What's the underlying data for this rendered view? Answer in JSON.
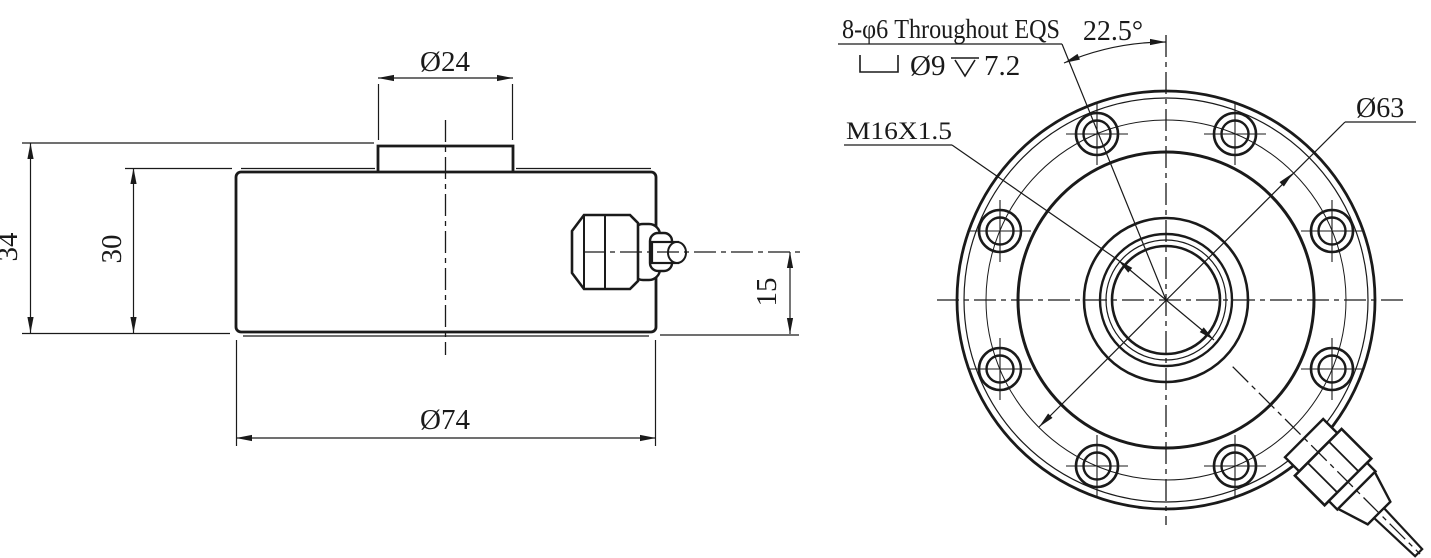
{
  "page": {
    "background": "#ffffff",
    "line_color": "#1a1a1a"
  },
  "left_view": {
    "boss_diameter": "Ø24",
    "overall_height": "34",
    "body_height": "30",
    "connector_center_height": "15",
    "body_diameter": "Ø74"
  },
  "right_view": {
    "hole_callout": "8-φ6 Throughout EQS",
    "counterbore_diameter": "Ø9",
    "counterbore_depth": "7.2",
    "hole_angle": "22.5°",
    "center_thread": "M16X1.5",
    "bolt_circle_diameter": "Ø63"
  }
}
